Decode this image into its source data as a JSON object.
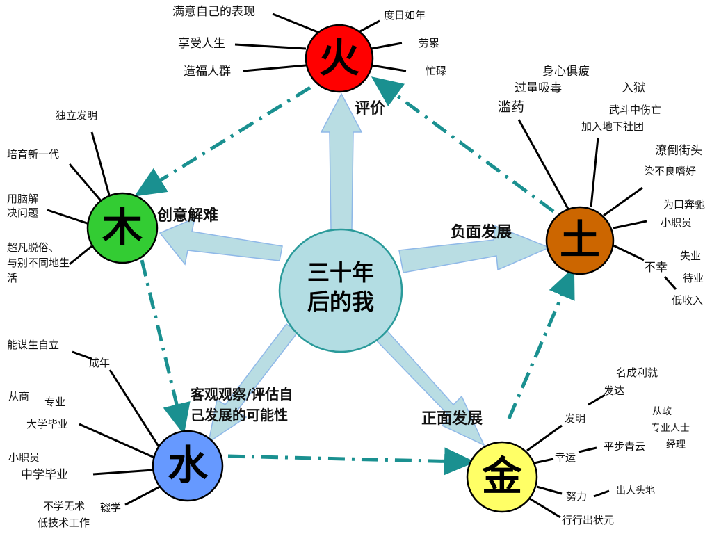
{
  "center": {
    "line1": "三十年",
    "line2": "后的我"
  },
  "nodes": {
    "fire": {
      "char": "火",
      "color": "#ff0000"
    },
    "wood": {
      "char": "木",
      "color": "#33cc33"
    },
    "earth": {
      "char": "土",
      "color": "#cc6600"
    },
    "water": {
      "char": "水",
      "color": "#6699ff"
    },
    "metal": {
      "char": "金",
      "color": "#ffff66"
    }
  },
  "arrow_labels": {
    "evaluate": "评价",
    "creative": "创意解难",
    "negative": "负面发展",
    "objective_1": "客观观察/评估自",
    "objective_2": "己发展的可能性",
    "positive": "正面发展"
  },
  "fire_items": [
    "满意自己的表现",
    "享受人生",
    "造福人群",
    "度日如年",
    "劳累",
    "忙碌"
  ],
  "wood_items": [
    "独立发明",
    "培育新一代",
    "用脑解",
    "决问题",
    "超凡脱俗、",
    "与别不同地生",
    "活"
  ],
  "earth_items": [
    "身心俱疲",
    "过量吸毒",
    "入狱",
    "滥药",
    "武斗中伤亡",
    "加入地下社团",
    "潦倒街头",
    "染不良嗜好",
    "为口奔驰",
    "小职员",
    "不幸",
    "失业",
    "待业",
    "低收入"
  ],
  "water_items": [
    "能谋生自立",
    "成年",
    "从商",
    "专业",
    "大学毕业",
    "小职员",
    "中学毕业",
    "不学无术",
    "辍学",
    "低技术工作"
  ],
  "metal_items": [
    "名成利就",
    "发达",
    "从政",
    "专业人士",
    "发明",
    "经理",
    "平步青云",
    "幸运",
    "出人头地",
    "努力",
    "行行出状元"
  ],
  "colors": {
    "big_arrow_fill": "#b9dde3",
    "big_arrow_stroke": "#8fb8e8",
    "dash_arrow": "#1a9090",
    "center_fill": "#b3dde3",
    "center_stroke": "#2a9a9a"
  }
}
